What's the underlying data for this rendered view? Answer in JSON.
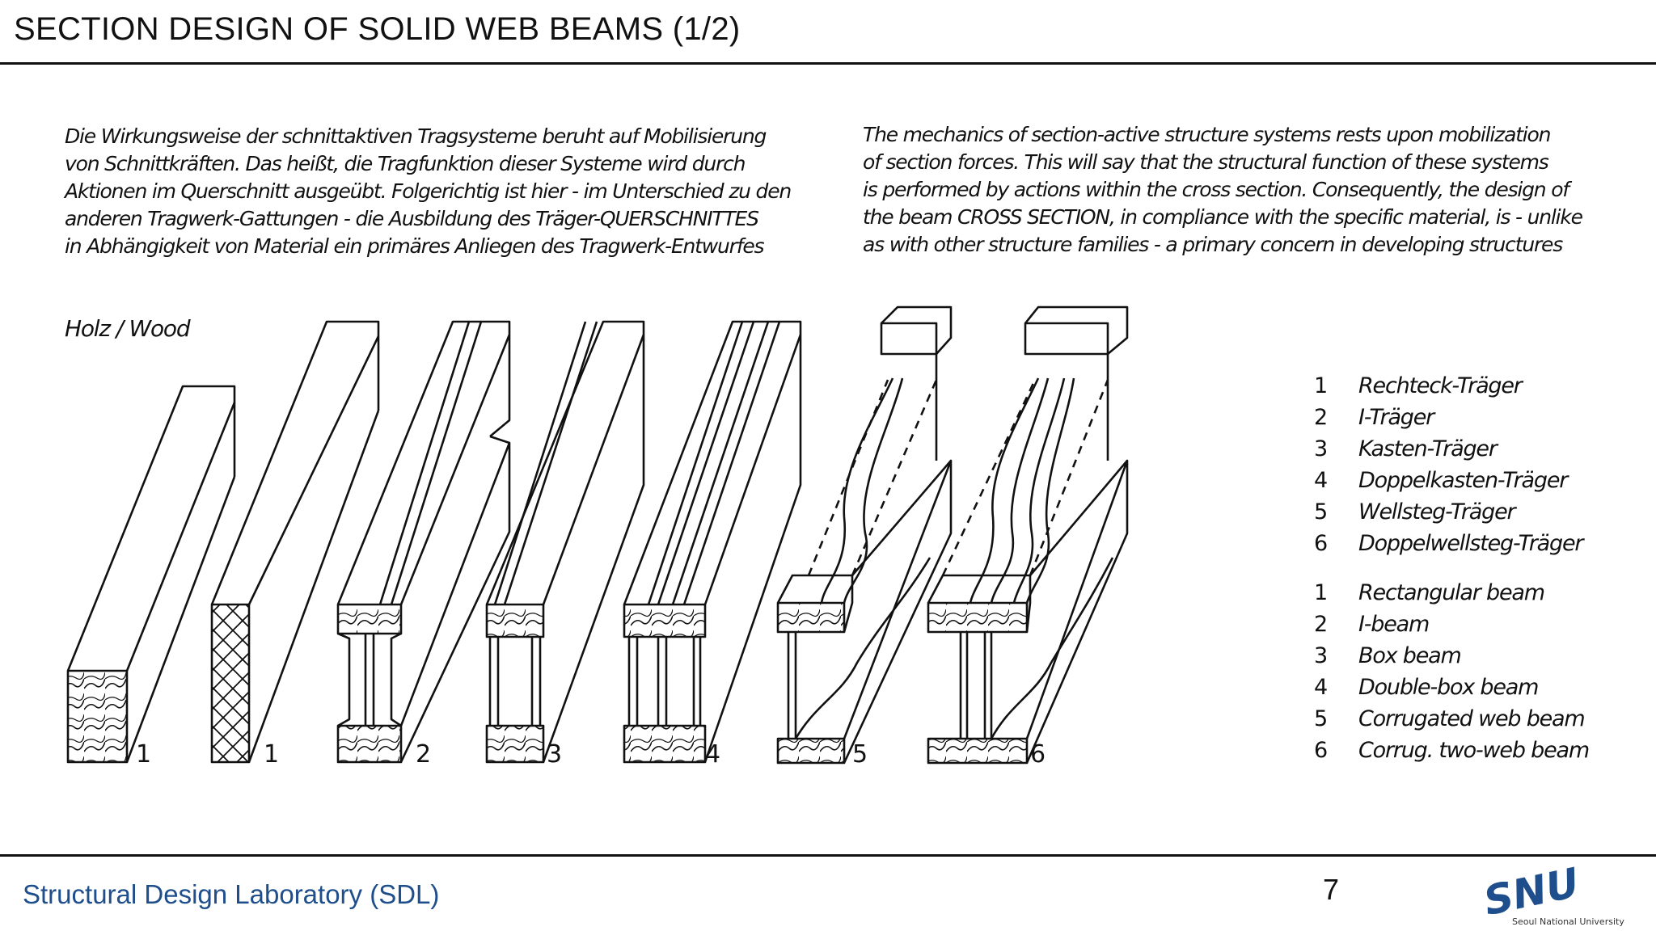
{
  "title": "SECTION DESIGN OF SOLID WEB BEAMS (1/2)",
  "german_text": [
    "Die Wirkungsweise der schnittaktiven Tragsysteme beruht auf Mobilisierung",
    "von Schnittkräften. Das heißt, die Tragfunktion dieser Systeme wird durch",
    "Aktionen im Querschnitt ausgeübt. Folgerichtig ist hier - im Unterschied zu den",
    "anderen Tragwerk-Gattungen - die Ausbildung des Träger-QUERSCHNITTES",
    "in Abhängigkeit von Material ein primäres Anliegen des Tragwerk-Entwurfes"
  ],
  "english_text": [
    "The mechanics of section-active structure systems rests upon mobilization",
    "of section forces. This will say that the structural function of these systems",
    "is performed by actions within the cross section. Consequently, the design of",
    "the beam CROSS SECTION, in compliance with the specific material, is - unlike",
    "as with other structure families - a primary concern in developing structures"
  ],
  "wood_label": "Holz / Wood",
  "beam_numbers": [
    "1",
    "1",
    "2",
    "3",
    "4",
    "5",
    "6"
  ],
  "legend_german": [
    {
      "num": "1",
      "label": "Rechteck-Träger"
    },
    {
      "num": "2",
      "label": "I-Träger"
    },
    {
      "num": "3",
      "label": "Kasten-Träger"
    },
    {
      "num": "4",
      "label": "Doppelkasten-Träger"
    },
    {
      "num": "5",
      "label": "Wellsteg-Träger"
    },
    {
      "num": "6",
      "label": "Doppelwellsteg-Träger"
    }
  ],
  "legend_english": [
    {
      "num": "1",
      "label": "Rectangular beam"
    },
    {
      "num": "2",
      "label": "I-beam"
    },
    {
      "num": "3",
      "label": "Box beam"
    },
    {
      "num": "4",
      "label": "Double-box beam"
    },
    {
      "num": "5",
      "label": "Corrugated web beam"
    },
    {
      "num": "6",
      "label": "Corrug. two-web beam"
    }
  ],
  "footer": {
    "lab": "Structural Design Laboratory (SDL)",
    "page": "7",
    "logo_text": "SNU",
    "logo_subtext": "Seoul National University"
  },
  "colors": {
    "footer_text": "#1f4e8c",
    "logo": "#1f4e8c",
    "ink": "#111111"
  }
}
